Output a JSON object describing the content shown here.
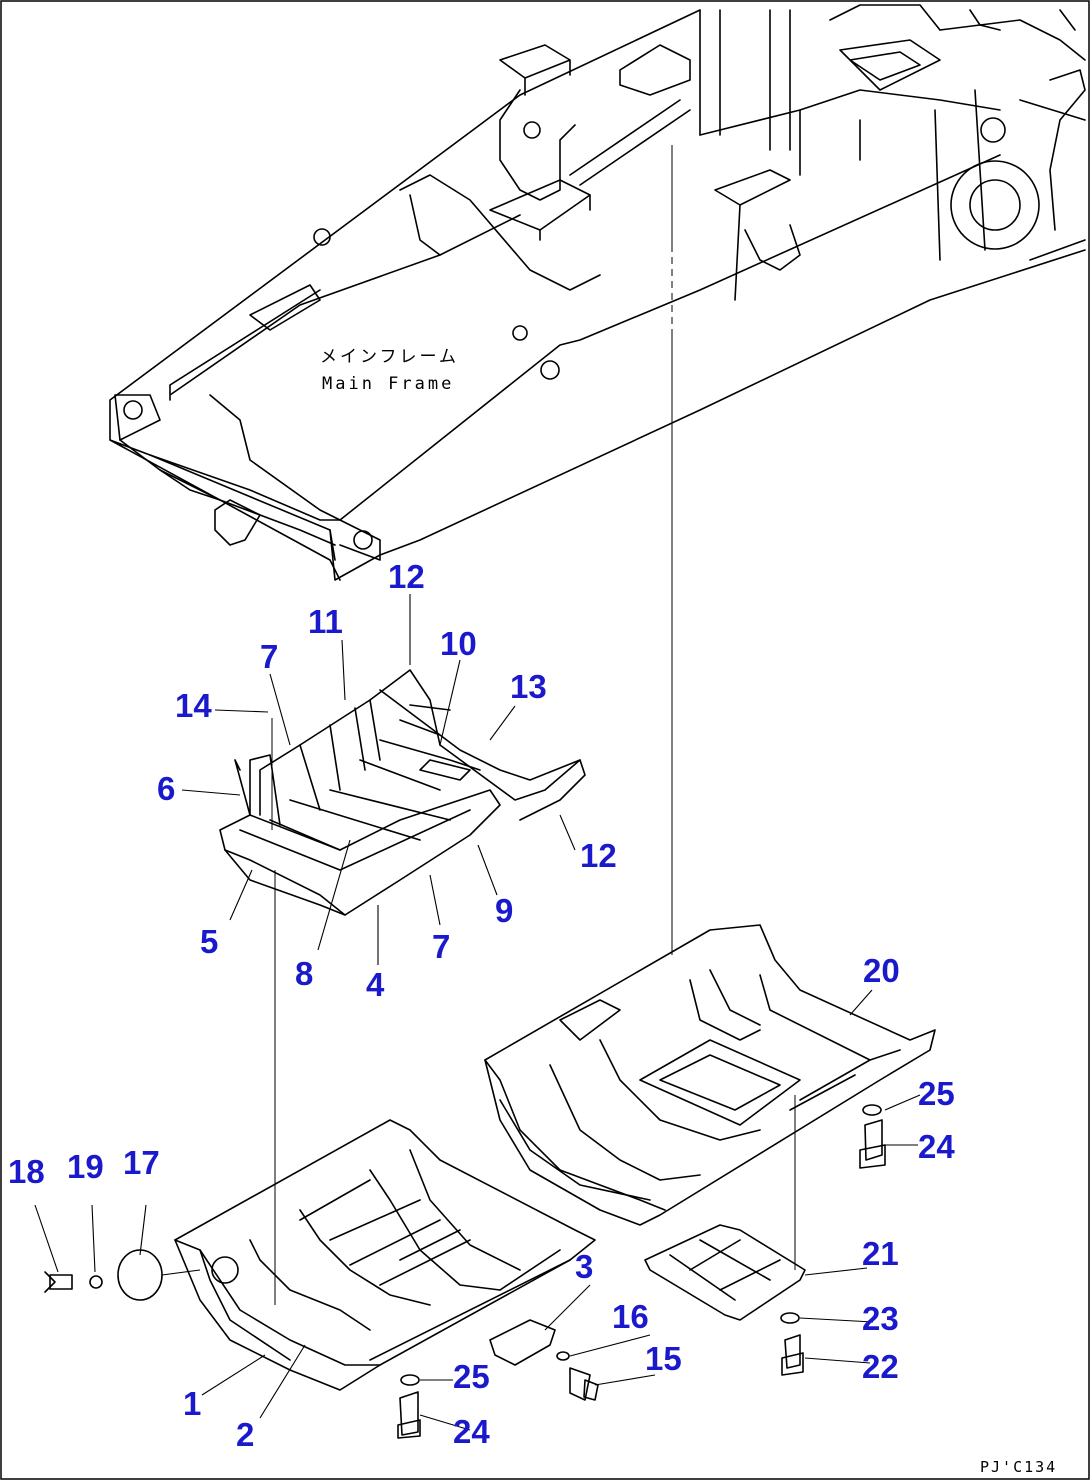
{
  "diagram": {
    "frame_label_jp": "メインフレーム",
    "frame_label_en": "Main Frame",
    "drawing_code": "PJ'C134"
  },
  "callouts": {
    "c1": "1",
    "c2": "2",
    "c3": "3",
    "c4": "4",
    "c5": "5",
    "c6": "6",
    "c7a": "7",
    "c7b": "7",
    "c8": "8",
    "c9": "9",
    "c10": "10",
    "c11": "11",
    "c12a": "12",
    "c12b": "12",
    "c13": "13",
    "c14": "14",
    "c15": "15",
    "c16": "16",
    "c17": "17",
    "c18": "18",
    "c19": "19",
    "c20": "20",
    "c21": "21",
    "c22": "22",
    "c23": "23",
    "c24a": "24",
    "c24b": "24",
    "c25a": "25",
    "c25b": "25"
  },
  "colors": {
    "callout": "#1a1acc",
    "linework": "#000000",
    "background": "#ffffff"
  }
}
